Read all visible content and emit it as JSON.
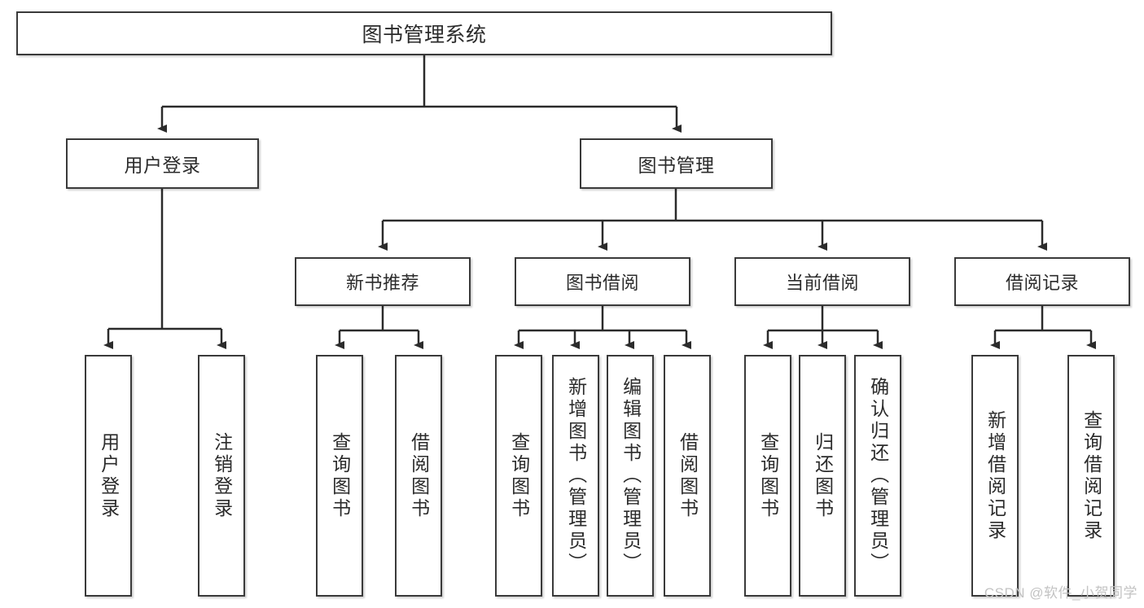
{
  "diagram": {
    "title": "图书管理系统",
    "type": "function-structure-tree",
    "orientation": "top-down",
    "watermark": "CSDN @软件_小贺同学",
    "colors": {
      "box_border": "#3a3a3a",
      "box_fill": "#ffffff",
      "connector": "#2b2b2b",
      "text": "#2b2b2b",
      "watermark": "#c3c3c3",
      "background": "#ffffff"
    }
  },
  "nodes": {
    "root": {
      "label": "图书管理系统"
    },
    "level2": [
      {
        "id": "user-login",
        "label": "用户登录"
      },
      {
        "id": "book-manage",
        "label": "图书管理"
      }
    ],
    "modules": [
      {
        "id": "new-book-recommend",
        "label": "新书推荐"
      },
      {
        "id": "book-borrow",
        "label": "图书借阅"
      },
      {
        "id": "current-borrow",
        "label": "当前借阅"
      },
      {
        "id": "borrow-record",
        "label": "借阅记录"
      }
    ],
    "leaves": {
      "user_login": [
        {
          "id": "leaf-user-login",
          "label": "用户登录"
        },
        {
          "id": "leaf-logout",
          "label": "注销登录"
        }
      ],
      "new_book_recommend": [
        {
          "id": "leaf-query-book-1",
          "label": "查询图书"
        },
        {
          "id": "leaf-borrow-book-1",
          "label": "借阅图书"
        }
      ],
      "book_borrow": [
        {
          "id": "leaf-query-book-2",
          "label": "查询图书"
        },
        {
          "id": "leaf-add-book",
          "label": "新增图书（管理员）"
        },
        {
          "id": "leaf-edit-book",
          "label": "编辑图书（管理员）"
        },
        {
          "id": "leaf-borrow-book-2",
          "label": "借阅图书"
        }
      ],
      "current_borrow": [
        {
          "id": "leaf-query-book-3",
          "label": "查询图书"
        },
        {
          "id": "leaf-return-book",
          "label": "归还图书"
        },
        {
          "id": "leaf-confirm-return",
          "label": "确认归还（管理员）"
        }
      ],
      "borrow_record": [
        {
          "id": "leaf-add-record",
          "label": "新增借阅记录"
        },
        {
          "id": "leaf-query-record",
          "label": "查询借阅记录"
        }
      ]
    }
  }
}
